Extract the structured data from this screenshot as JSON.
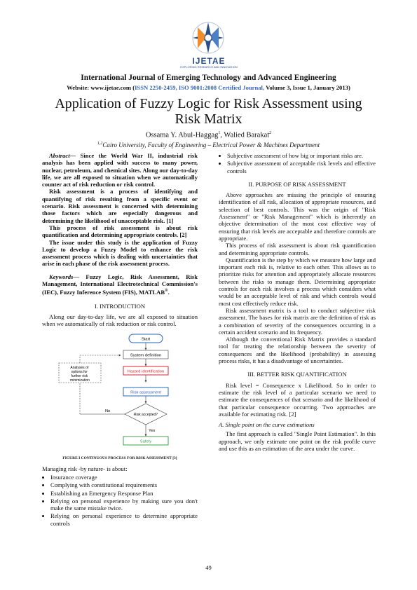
{
  "logo": {
    "name": "IJETAE",
    "tagline": "EXPLORING RESEARCH AND INNOVATION"
  },
  "header": {
    "journal": "International Journal of Emerging Technology and Advanced Engineering",
    "website_prefix": "Website: www.ijetae.com (",
    "website_issn": "ISSN 2250-2459, ISO 9001:2008 Certified Journal,",
    "website_suffix": " Volume 3, Issue 1, January 2013)"
  },
  "paper": {
    "title": "Application of Fuzzy Logic for Risk Assessment using Risk Matrix",
    "author1": "Ossama Y. Abul-Haggag",
    "author1_sup": "1",
    "author_sep": ", Walied Barakat",
    "author2_sup": "2",
    "affil_sup": "1,2",
    "affiliation": "Cairo University, Faculty of Engineering – Electrical Power & Machines Department"
  },
  "abstract": {
    "label": "Abstract—",
    "p1": " Since the World War II, industrial risk analysis has been applied with success to many power, nuclear, petroleum, and chemical sites. Along our day-to-day life, we are all exposed to situation when we automatically counter act of risk reduction or risk control.",
    "p2": "Risk assessment is a process of identifying and quantifying of risk resulting from a specific event or scenario. Risk assessment is concerned with determining those factors which are especially dangerous and determining the likelihood of unacceptable risk. [1]",
    "p3": "This process of risk assessment is about risk quantification and determining appropriate controls. [2]",
    "p4": "The issue under this study is the application of Fuzzy Logic to develop a Fuzzy Model to enhance the risk assessment process which is dealing with uncertainties that arise in each phase of the risk assessment process."
  },
  "keywords": {
    "label": "Keywords—",
    "text": " Fuzzy Logic, Risk Assessment, Risk Management, International Electrotechnical Commission's (IEC), Fuzzy Inference System (FIS), MATLAB",
    "reg": "®",
    "end": "."
  },
  "sec1": {
    "title": "I.   INTRODUCTION",
    "p1": "Along our day-to-day life, we are all exposed to situation when we automatically of risk reduction or risk control."
  },
  "figure": {
    "start": "Start",
    "system_definition": "System definition",
    "hazard_identification": "Hazard identification",
    "risk_assessment": "Risk assessment",
    "risk_accepted": "Risk accepted?",
    "yes": "Yes",
    "no": "No",
    "safety": "Safety",
    "analyses": "Analyses of options for further risk minimization",
    "caption": "FIGURE I CONTINUOUS PROCESS FOR RISK ASSESSMENT [3]"
  },
  "managing": {
    "intro": "Managing risk -by nature- is about:",
    "items": [
      "Insurance coverage",
      "Complying with constitutional requirements",
      "Establishing an Emergency Response Plan",
      "Relying on personal experience by making sure you don't make the same mistake twice.",
      "Relying on personal experience to determine appropriate controls"
    ]
  },
  "right_list": [
    "Subjective assessment of how big or important risks are.",
    "Subjective assessment of acceptable risk levels and effective controls"
  ],
  "sec2": {
    "title": "II.   PURPOSE OF RISK ASSESSMENT",
    "p1": "Above approaches are missing the principle of ensuring identification of all risk, allocation of appropriate resources, and selection of best controls. This was the origin of \"Risk Assessment\" or \"Risk Management\" which is inherently an objective determination of the most cost effective way of ensuring that risk levels are acceptable and therefore controls are appropriate.",
    "p2": "This process of risk assessment is about risk quantification and determining appropriate controls.",
    "p3": "Quantification is the step by which we measure how large and important each risk is, relative to each other. This allows us to prioritize risks for attention and appropriately allocate resources between the risks to manage them. Determining appropriate controls for each risk involves a process which considers what would be an acceptable level of risk and which controls would most cost effectively reduce risk.",
    "p4": "Risk assessment matrix is a tool to conduct subjective risk assessment. The bases for risk matrix are the definition of risk as a combination of severity of the consequences occurring in a certain accident scenario and its frequency.",
    "p5": "Although the conventional Risk Matrix provides a standard tool for treating the relationship between the severity of consequences and the likelihood (probability) in assessing process risks, it has a disadvantage of uncertainties."
  },
  "sec3": {
    "title": "III.   BETTER RISK QUANTIFICATION",
    "p1": "Risk level = Consequence x Likelihood. So in order to estimate the risk level of a particular scenario we need to estimate the consequences of that scenario and the likelihood of that particular consequence occurring. Two approaches are available for estimating risk. [2]",
    "subA": "A.   Single point on the curve estimations",
    "p2": "The first approach is called \"Single Point Estimation\". In this approach, we only estimate one point on the risk profile curve and use this as an estimation of the area under the curve."
  },
  "page_number": "49",
  "colors": {
    "accent_blue": "#3466b3",
    "hazard_red": "#d9262c",
    "safety_green": "#3ca34a",
    "flow_blue": "#2a64b6"
  }
}
